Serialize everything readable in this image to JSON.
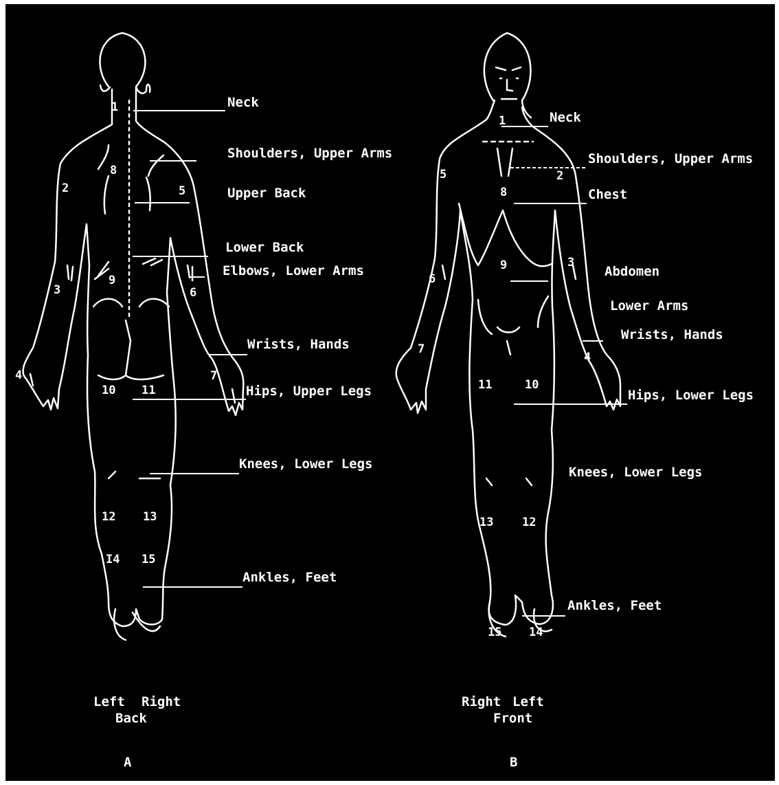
{
  "back_figure": {
    "regions": {
      "neck": "Neck",
      "shoulders": "Shoulders, Upper Arms",
      "upper_back": "Upper Back",
      "lower_back": "Lower Back",
      "elbows": "Elbows, Lower Arms",
      "wrists": "Wrists, Hands",
      "hips": "Hips, Upper Legs",
      "knees": "Knees, Lower Legs",
      "ankles": "Ankles, Feet"
    },
    "numbers": [
      "1",
      "2",
      "3",
      "4",
      "5",
      "6",
      "7",
      "8",
      "9",
      "10",
      "11",
      "12",
      "13",
      "I4",
      "15"
    ],
    "side_left": "Left",
    "side_right": "Right",
    "view": "Back",
    "panel": "A"
  },
  "front_figure": {
    "regions": {
      "neck": "Neck",
      "shoulders": "Shoulders, Upper Arms",
      "chest": "Chest",
      "abdomen": "Abdomen",
      "lower_arms": "Lower Arms",
      "wrists": "Wrists, Hands",
      "hips": "Hips, Lower Legs",
      "knees": "Knees, Lower Legs",
      "ankles": "Ankles, Feet"
    },
    "numbers": [
      "1",
      "2",
      "3",
      "4",
      "5",
      "6",
      "7",
      "8",
      "9",
      "10",
      "11",
      "12",
      "13",
      "14",
      "15"
    ],
    "side_right": "Right",
    "side_left": "Left",
    "view": "Front",
    "panel": "B"
  },
  "colors": {
    "background": "#000000",
    "line": "#ffffff",
    "frame": "#ffffff"
  }
}
